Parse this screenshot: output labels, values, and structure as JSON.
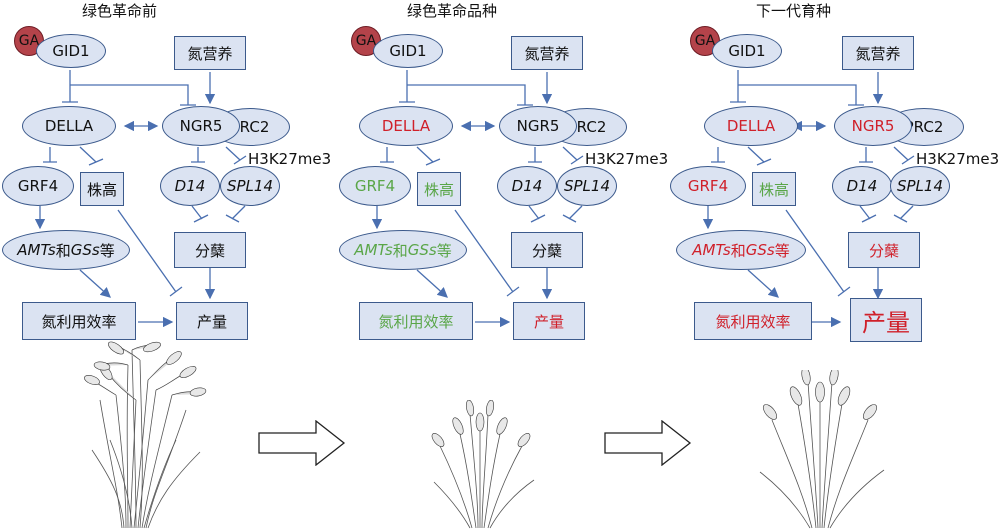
{
  "panels": [
    {
      "title": "绿色革命前",
      "ga": "GA",
      "gid1": "GID1",
      "nitrogen": "氮营养",
      "della": "DELLA",
      "ngr5": "NGR5",
      "prc2": "PRC2",
      "h3k27": "H3K27me3",
      "grf4": "GRF4",
      "height": "株高",
      "d14": "D14",
      "spl14": "SPL14",
      "amts_a": "AMTs",
      "amts_b": "和",
      "amts_c": "GSs",
      "amts_d": "等",
      "tiller": "分蘖",
      "nue": "氮利用效率",
      "yield": "产量"
    },
    {
      "title": "绿色革命品种",
      "ga": "GA",
      "gid1": "GID1",
      "nitrogen": "氮营养",
      "della": "DELLA",
      "ngr5": "NGR5",
      "prc2": "PRC2",
      "h3k27": "H3K27me3",
      "grf4": "GRF4",
      "height": "株高",
      "d14": "D14",
      "spl14": "SPL14",
      "amts_a": "AMTs",
      "amts_b": "和",
      "amts_c": "GSs",
      "amts_d": "等",
      "tiller": "分蘖",
      "nue": "氮利用效率",
      "yield": "产量"
    },
    {
      "title": "下一代育种",
      "ga": "GA",
      "gid1": "GID1",
      "nitrogen": "氮营养",
      "della": "DELLA",
      "ngr5": "NGR5",
      "prc2": "PRC2",
      "h3k27": "H3K27me3",
      "grf4": "GRF4",
      "height": "株高",
      "d14": "D14",
      "spl14": "SPL14",
      "amts_a": "AMTs",
      "amts_b": "和",
      "amts_c": "GSs",
      "amts_d": "等",
      "tiller": "分蘖",
      "nue": "氮利用效率",
      "yield": "产量"
    }
  ],
  "colors": {
    "default_text": "#111111",
    "up_red": "#d0202a",
    "down_green": "#5aa648",
    "node_fill": "#dbe3f2",
    "node_border": "#3c5a8c",
    "connector": "#4a6fb0",
    "ga_fill": "#b4434a"
  },
  "icons": [
    "rice-plant-tall-illustration",
    "rice-plant-short-illustration",
    "rice-plant-improved-illustration",
    "right-arrow-icon"
  ]
}
